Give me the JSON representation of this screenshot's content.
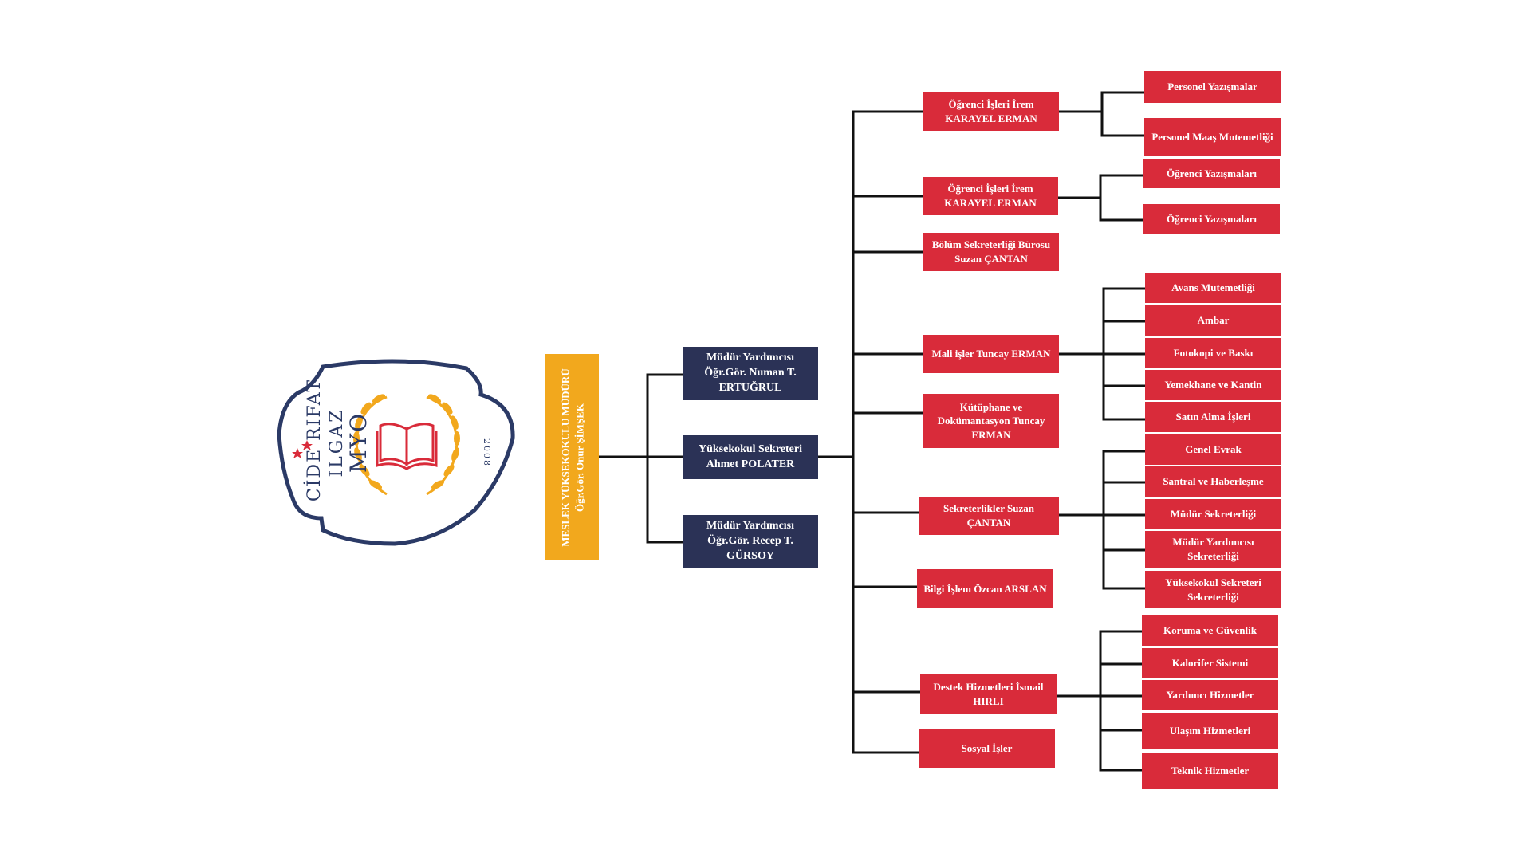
{
  "logo": {
    "name_line1": "CİDE RIFAT",
    "name_line2": "ILGAZ",
    "name_line3": "MYO",
    "year": "2008",
    "colors": {
      "navy": "#2b3a66",
      "red": "#d92b3a",
      "gold": "#f2a81d"
    }
  },
  "root": {
    "line1": "MESLEK YÜKSEKOKULU MÜDÜRÜ",
    "line2": "Öğr.Gör. Onur ŞİMŞEK"
  },
  "level1": [
    {
      "label": "Müdür Yardımcısı Öğr.Gör. Numan T. ERTUĞRUL"
    },
    {
      "label": "Yüksekokul Sekreteri Ahmet POLATER"
    },
    {
      "label": "Müdür Yardımcısı Öğr.Gör. Recep T. GÜRSOY"
    }
  ],
  "units": [
    {
      "label": "Öğrenci İşleri İrem KARAYEL ERMAN",
      "subs": [
        "Personel Yazışmalar",
        "Personel Maaş Mutemetliği"
      ]
    },
    {
      "label": "Öğrenci İşleri İrem KARAYEL ERMAN",
      "subs": [
        "Öğrenci Yazışmaları",
        "Öğrenci Yazışmaları"
      ]
    },
    {
      "label": "Bölüm Sekreterliği Bürosu Suzan ÇANTAN",
      "subs": []
    },
    {
      "label": "Mali işler Tuncay ERMAN",
      "subs": [
        "Avans Mutemetliği",
        "Ambar",
        "Fotokopi ve Baskı",
        "Yemekhane ve Kantin",
        "Satın Alma İşleri"
      ]
    },
    {
      "label": "Kütüphane ve Dokümantasyon Tuncay ERMAN",
      "subs": []
    },
    {
      "label": "Sekreterlikler Suzan ÇANTAN",
      "subs": [
        "Genel Evrak",
        "Santral ve Haberleşme",
        "Müdür Sekreterliği",
        "Müdür Yardımcısı Sekreterliği",
        "Yüksekokul Sekreteri Sekreterliği"
      ]
    },
    {
      "label": "Bilgi İşlem Özcan ARSLAN",
      "subs": []
    },
    {
      "label": "Destek Hizmetleri İsmail HIRLI",
      "subs": [
        "Koruma ve Güvenlik",
        "Kalorifer Sistemi",
        "Yardımcı Hizmetler",
        "Ulaşım Hizmetleri",
        "Teknik Hizmetler"
      ]
    },
    {
      "label": "Sosyal İşler",
      "subs": []
    }
  ],
  "colors": {
    "unit_box": "#d92b3a",
    "level1_box": "#2b3256",
    "root_box": "#f2a81d",
    "connector": "#111111"
  }
}
